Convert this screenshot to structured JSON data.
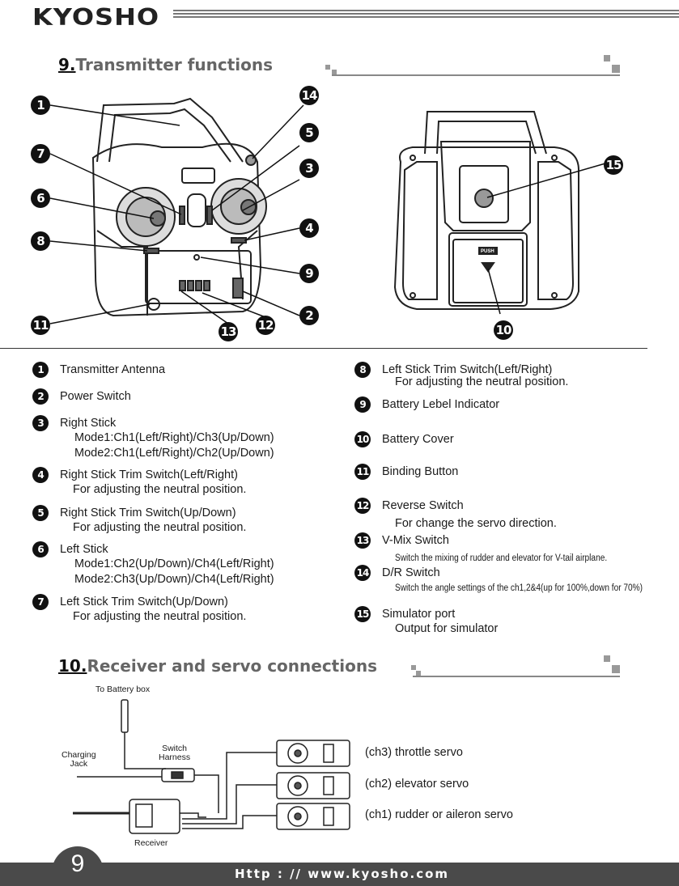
{
  "header": {
    "brand": "KYOSHO"
  },
  "section9": {
    "number": "9.",
    "title": "Transmitter functions"
  },
  "section10": {
    "number": "10.",
    "title": "Receiver and servo connections"
  },
  "legend": [
    {
      "num": "1",
      "title": "Transmitter Antenna",
      "lines": []
    },
    {
      "num": "2",
      "title": "Power Switch",
      "lines": []
    },
    {
      "num": "3",
      "title": "Right Stick",
      "lines": [
        "Mode1:Ch1(Left/Right)/Ch3(Up/Down)",
        "Mode2:Ch1(Left/Right)/Ch2(Up/Down)"
      ]
    },
    {
      "num": "4",
      "title": "Right Stick Trim Switch(Left/Right)",
      "lines": [
        "For adjusting the neutral position."
      ]
    },
    {
      "num": "5",
      "title": "Right Stick Trim Switch(Up/Down)",
      "lines": [
        "For adjusting the neutral position."
      ]
    },
    {
      "num": "6",
      "title": "Left Stick",
      "lines": [
        "Mode1:Ch2(Up/Down)/Ch4(Left/Right)",
        "Mode2:Ch3(Up/Down)/Ch4(Left/Right)"
      ]
    },
    {
      "num": "7",
      "title": "Left Stick Trim Switch(Up/Down)",
      "lines": [
        "For adjusting the neutral position."
      ]
    },
    {
      "num": "8",
      "title": "Left Stick Trim Switch(Left/Right)",
      "lines": [
        "For adjusting the neutral position."
      ]
    },
    {
      "num": "9",
      "title": "Battery Lebel Indicator",
      "lines": []
    },
    {
      "num": "10",
      "title": "Battery Cover",
      "lines": []
    },
    {
      "num": "11",
      "title": "Binding Button",
      "lines": []
    },
    {
      "num": "12",
      "title": "Reverse Switch",
      "lines": [
        "For change the servo direction."
      ]
    },
    {
      "num": "13",
      "title": "V-Mix Switch",
      "lines": [
        "Switch the mixing of rudder and elevator for V-tail airplane."
      ]
    },
    {
      "num": "14",
      "title": "D/R Switch",
      "lines": [
        "Switch the angle settings of the ch1,2&4(up for 100%,down for 70%)"
      ]
    },
    {
      "num": "15",
      "title": "Simulator port",
      "lines": [
        "Output for simulator"
      ]
    }
  ],
  "callouts_front": [
    "1",
    "7",
    "6",
    "8",
    "11",
    "14",
    "5",
    "3",
    "4",
    "9",
    "2",
    "12",
    "13"
  ],
  "callouts_back": [
    "15",
    "10"
  ],
  "rear_push_label": "PUSH",
  "diagram": {
    "battery_box": "To Battery box",
    "charging_jack": "Charging\nJack",
    "switch_harness": "Switch\nHarness",
    "receiver": "Receiver",
    "servos": [
      "(ch3) throttle servo",
      "(ch2) elevator servo",
      "(ch1) rudder or aileron servo"
    ]
  },
  "footer": {
    "page": "9",
    "url": "Http : // www.kyosho.com"
  }
}
